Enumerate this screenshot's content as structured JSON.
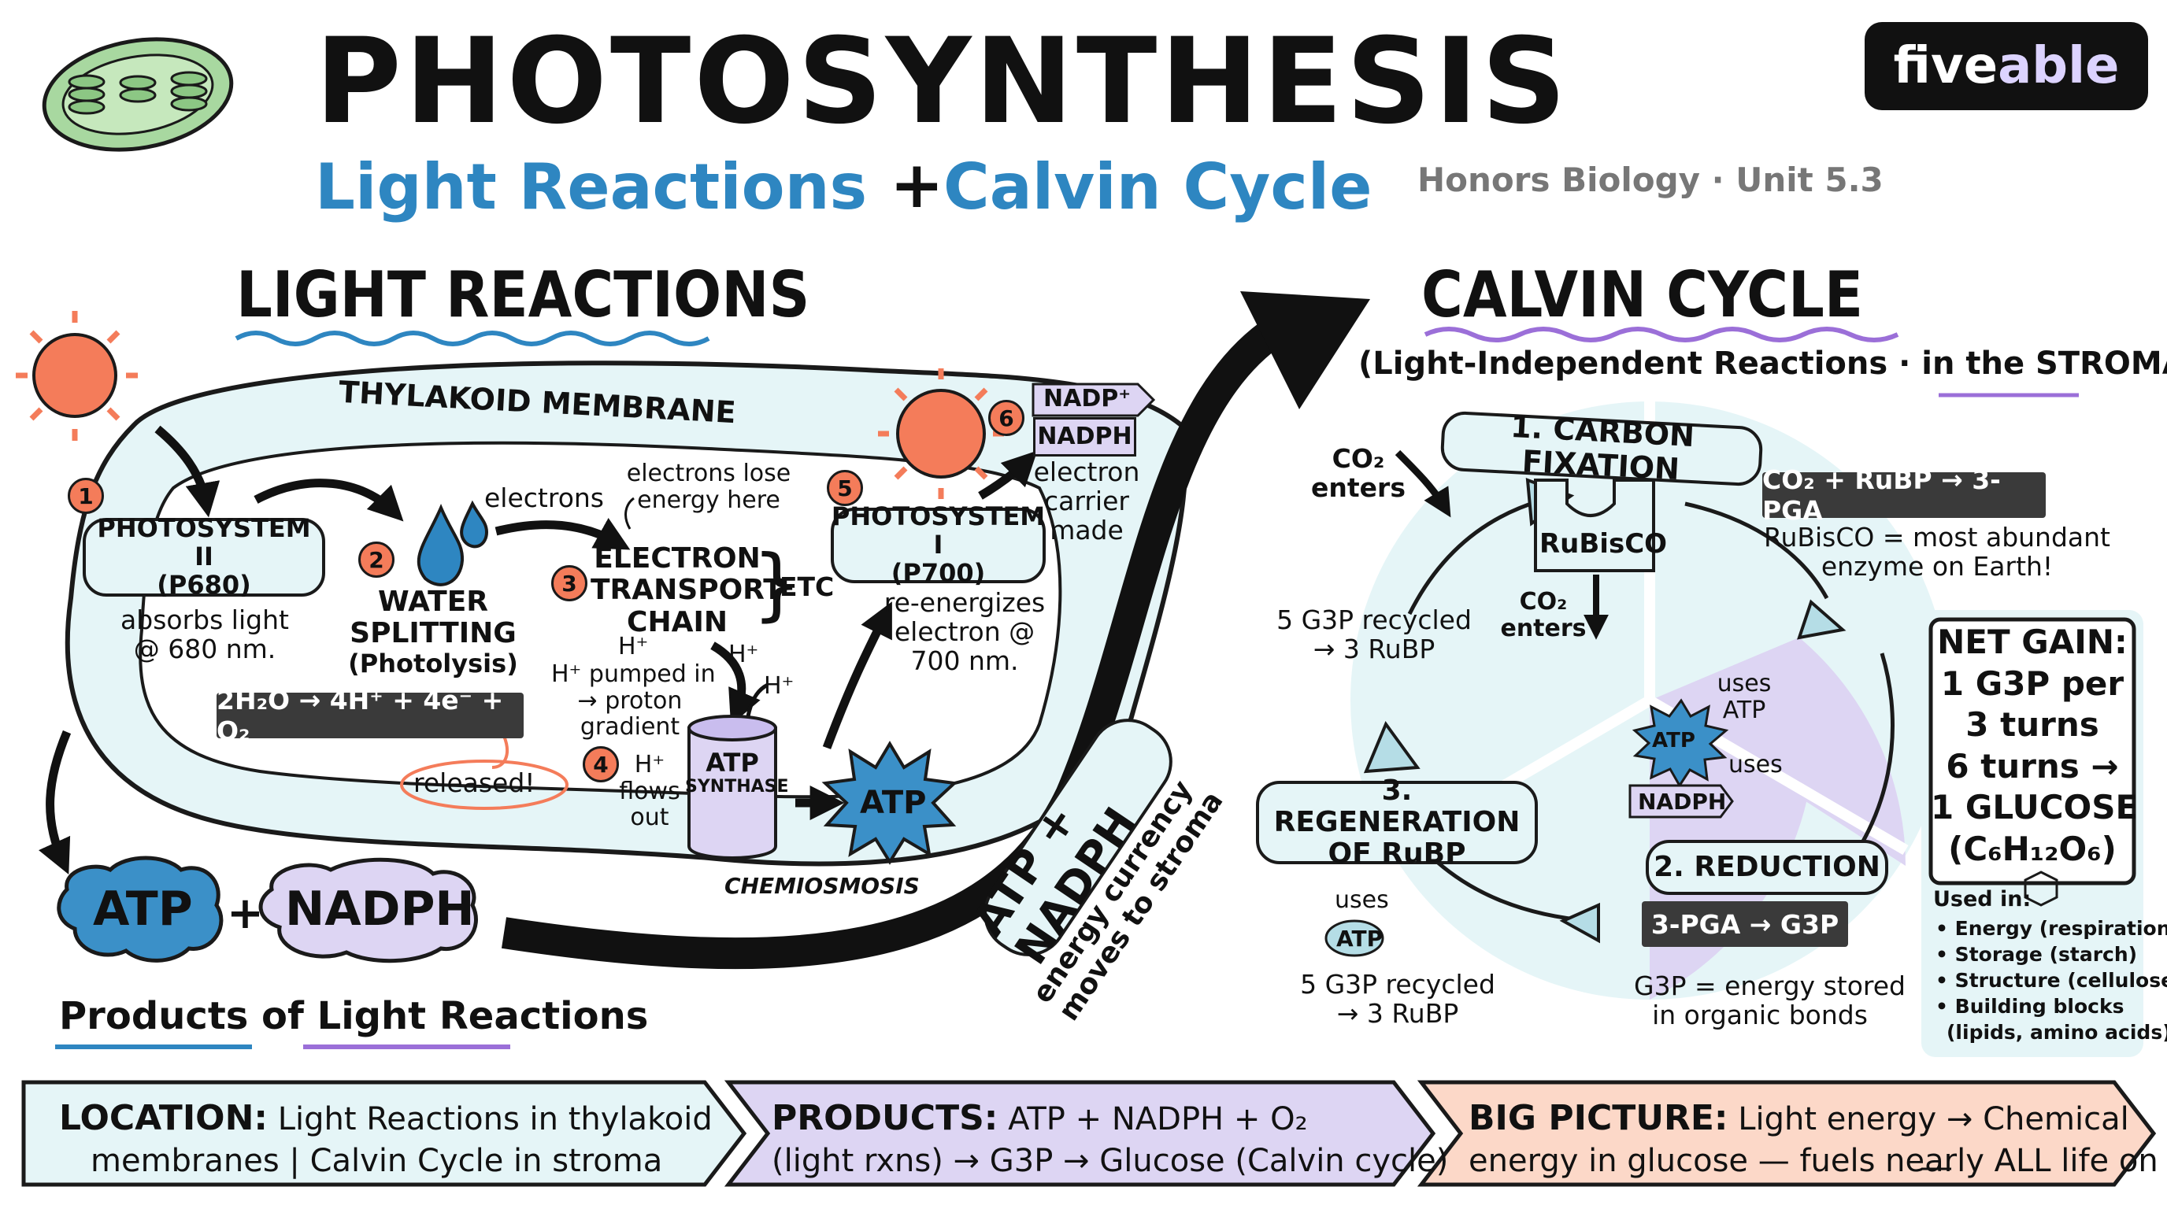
{
  "header": {
    "title": "PHOTOSYNTHESIS",
    "subtitle_left": "Light Reactions",
    "subtitle_plus": "+",
    "subtitle_right": "Calvin Cycle",
    "course": "Honors Biology · Unit 5.3",
    "logo_five": "five",
    "logo_able": "able"
  },
  "light": {
    "heading": "LIGHT REACTIONS",
    "membrane": "THYLAKOID MEMBRANE",
    "steps": [
      "1",
      "2",
      "3",
      "4",
      "5",
      "6"
    ],
    "ps2_label": "PHOTOSYSTEM II",
    "ps2_code": "(P680)",
    "ps2_note_1": "absorbs light",
    "ps2_note_2": "@ 680 nm.",
    "water_1": "WATER",
    "water_2": "SPLITTING",
    "water_3": "(Photolysis)",
    "electrons": "electrons",
    "lose_1": "electrons lose",
    "lose_2": "energy here",
    "etc_1": "ELECTRON",
    "etc_2": "TRANSPORT",
    "etc_3": "CHAIN",
    "etc_abbr": "ETC",
    "equation": "2H₂O → 4H⁺ + 4e⁻ + O₂",
    "released": "released!",
    "h_plus": "H⁺",
    "pumped_1": "H⁺ pumped in",
    "pumped_2": "→ proton",
    "pumped_3": "gradient",
    "flows_1": "H⁺",
    "flows_2": "flows",
    "flows_3": "out",
    "synthase_1": "ATP",
    "synthase_2": "SYNTHASE",
    "chemiosmosis": "CHEMIOSMOSIS",
    "atp": "ATP",
    "ps1_label": "PHOTOSYSTEM I",
    "ps1_code": "(P700)",
    "ps1_note_1": "re-energizes",
    "ps1_note_2": "electron @",
    "ps1_note_3": "700 nm.",
    "nadp_plus": "NADP⁺",
    "nadph": "NADPH",
    "carrier_1": "electron",
    "carrier_2": "carrier",
    "carrier_3": "made",
    "product_atp": "ATP",
    "product_plus": "+",
    "product_nadph": "NADPH",
    "products_caption": "Products of Light Reactions",
    "arrow_label": "ATP + NADPH",
    "arrow_note_1": "energy currency",
    "arrow_note_2": "moves to stroma"
  },
  "calvin": {
    "heading": "CALVIN CYCLE",
    "sub": "(Light-Independent Reactions · in the STROMA)",
    "co2_enters_1": "CO₂",
    "co2_enters_2": "enters",
    "fixation": "1. CARBON FIXATION",
    "rubisco": "RuBisCO",
    "co2_in_1": "CO₂",
    "co2_in_2": "enters",
    "fix_equation": "CO₂ + RuBP → 3-PGA",
    "rubisco_note_1": "RuBisCO = most abundant",
    "rubisco_note_2": "enzyme on Earth!",
    "recycled_top_1": "5 G3P recycled",
    "recycled_top_2": "→ 3 RuBP",
    "uses_1": "uses",
    "uses_atp": "ATP",
    "uses_2": "uses",
    "uses_nadph": "NADPH",
    "regen_1": "3. REGENERATION",
    "regen_2": "OF RuBP",
    "reduction": "2. REDUCTION",
    "red_equation": "3-PGA → G3P",
    "regen_uses": "uses",
    "regen_atp": "ATP",
    "recycled_bot_1": "5 G3P recycled",
    "recycled_bot_2": "→ 3 RuBP",
    "g3p_note_1": "G3P = energy stored",
    "g3p_note_2": "in organic bonds",
    "net_1": "NET GAIN:",
    "net_2": "1 G3P per",
    "net_3": "3 turns",
    "net_4": "6 turns →",
    "net_5": "1 GLUCOSE",
    "net_6": "(C₆H₁₂O₆)",
    "used_in": "Used in:",
    "uses_list": [
      "• Energy (respiration)",
      "• Storage (starch)",
      "• Structure (cellulose)",
      "• Building blocks",
      "(lipids, amino acids)"
    ]
  },
  "footer": {
    "loc_key": "LOCATION:",
    "loc_1": "Light Reactions in thylakoid",
    "loc_2": "membranes | Calvin Cycle in stroma",
    "prod_key": "PRODUCTS:",
    "prod_1": "ATP + NADPH + O₂",
    "prod_2": "(light rxns) → G3P → Glucose (Calvin cycle)",
    "big_key": "BIG PICTURE:",
    "big_1": "Light energy → Chemical",
    "big_2": "energy in glucose — fuels nearly ALL life on Earth"
  },
  "colors": {
    "teal": "#e5f5f7",
    "blue_text": "#2e86c1",
    "purple": "#ddd5f3",
    "sun": "#f47c5a",
    "peach": "#fcd8c8",
    "atp_blue": "#3b90c8"
  }
}
